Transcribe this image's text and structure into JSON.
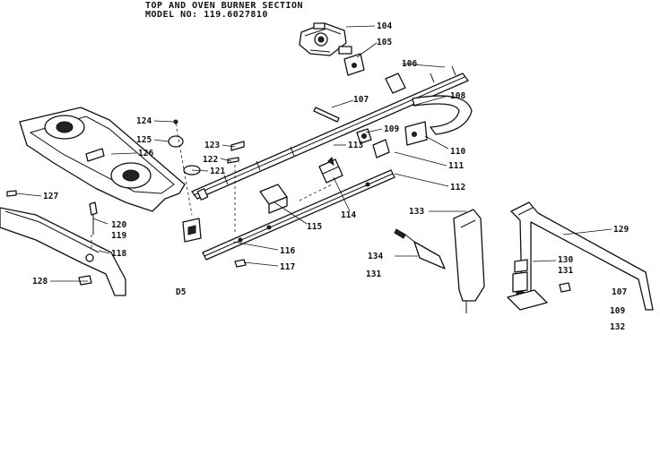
{
  "header": {
    "title": "TOP AND OVEN BURNER SECTION",
    "model": "MODEL NO:  119.6027810"
  },
  "callouts": [
    {
      "id": "104",
      "text": "104"
    },
    {
      "id": "105",
      "text": "105"
    },
    {
      "id": "106",
      "text": "106"
    },
    {
      "id": "107a",
      "text": "107"
    },
    {
      "id": "108",
      "text": "108"
    },
    {
      "id": "109a",
      "text": "109"
    },
    {
      "id": "110",
      "text": "110"
    },
    {
      "id": "111",
      "text": "111"
    },
    {
      "id": "112",
      "text": "112"
    },
    {
      "id": "113",
      "text": "113"
    },
    {
      "id": "114",
      "text": "114"
    },
    {
      "id": "115",
      "text": "115"
    },
    {
      "id": "116",
      "text": "116"
    },
    {
      "id": "117",
      "text": "117"
    },
    {
      "id": "118",
      "text": "118"
    },
    {
      "id": "119",
      "text": "119"
    },
    {
      "id": "120",
      "text": "120"
    },
    {
      "id": "121",
      "text": "121"
    },
    {
      "id": "122",
      "text": "122"
    },
    {
      "id": "123",
      "text": "123"
    },
    {
      "id": "124",
      "text": "124"
    },
    {
      "id": "125",
      "text": "125"
    },
    {
      "id": "126",
      "text": "126"
    },
    {
      "id": "127",
      "text": "127"
    },
    {
      "id": "128",
      "text": "128"
    },
    {
      "id": "129",
      "text": "129"
    },
    {
      "id": "130",
      "text": "130"
    },
    {
      "id": "131a",
      "text": "131"
    },
    {
      "id": "131b",
      "text": "131"
    },
    {
      "id": "132",
      "text": "132"
    },
    {
      "id": "133",
      "text": "133"
    },
    {
      "id": "134",
      "text": "134"
    },
    {
      "id": "107b",
      "text": "107"
    },
    {
      "id": "109b",
      "text": "109"
    },
    {
      "id": "d5",
      "text": "D5"
    }
  ]
}
